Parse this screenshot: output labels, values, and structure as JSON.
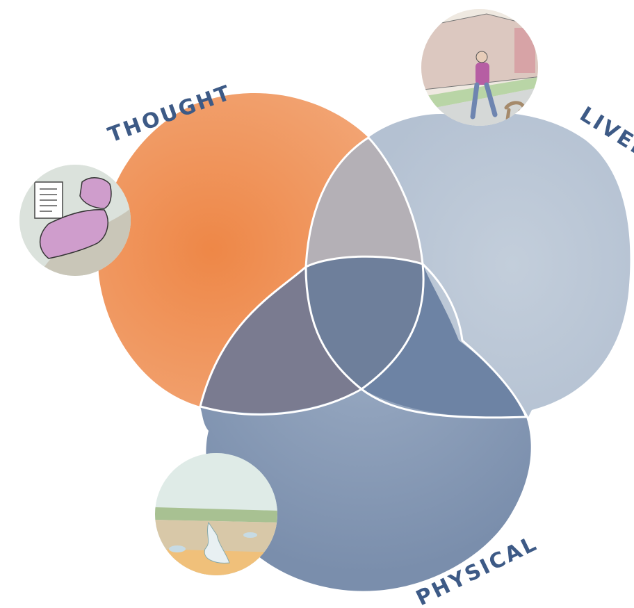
{
  "diagram": {
    "labels": {
      "thought": "THOUGHT",
      "lived": "LIVED",
      "physical": "PHYSICAL"
    },
    "colors": {
      "thought": "#ef8f53",
      "lived": "#b7c4d4",
      "physical": "#7f93b0",
      "thought_lived": "#b5b2b7",
      "thought_physical": "#7b7c90",
      "lived_physical": "#6e84a4",
      "center": "#6f809c",
      "outline": "#ffffff",
      "label_text": "#3d5a86"
    },
    "vignettes": [
      {
        "name": "documents-and-map-sketch",
        "circle": "thought"
      },
      {
        "name": "person-walking-dog-sketch",
        "circle": "lived"
      },
      {
        "name": "stream-and-field-sketch",
        "circle": "physical"
      }
    ]
  }
}
